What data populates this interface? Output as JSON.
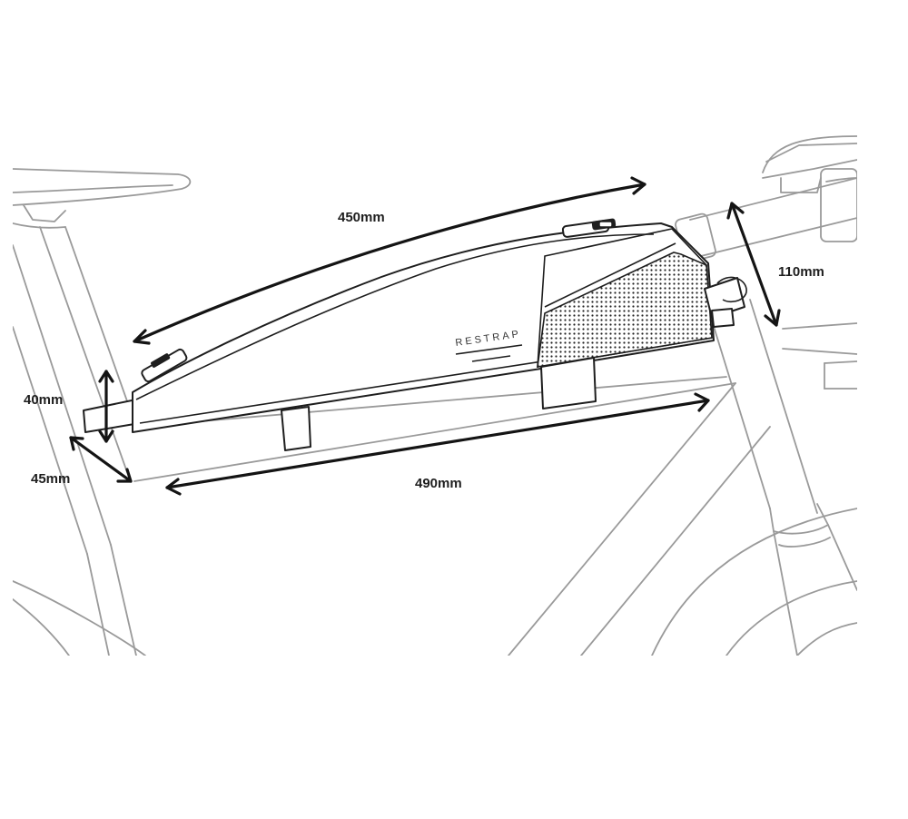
{
  "brand": {
    "logo_text": "RESTRAP"
  },
  "dimensions": [
    {
      "id": "length_top",
      "label": "450mm"
    },
    {
      "id": "length_bottom",
      "label": "490mm"
    },
    {
      "id": "height_front",
      "label": "110mm"
    },
    {
      "id": "height_rear",
      "label": "40mm"
    },
    {
      "id": "width_rear",
      "label": "45mm"
    }
  ],
  "colors": {
    "frame_outline": "#9a9a9a",
    "bag_outline": "#1e1e1e",
    "arrow": "#141414",
    "background": "#ffffff"
  }
}
